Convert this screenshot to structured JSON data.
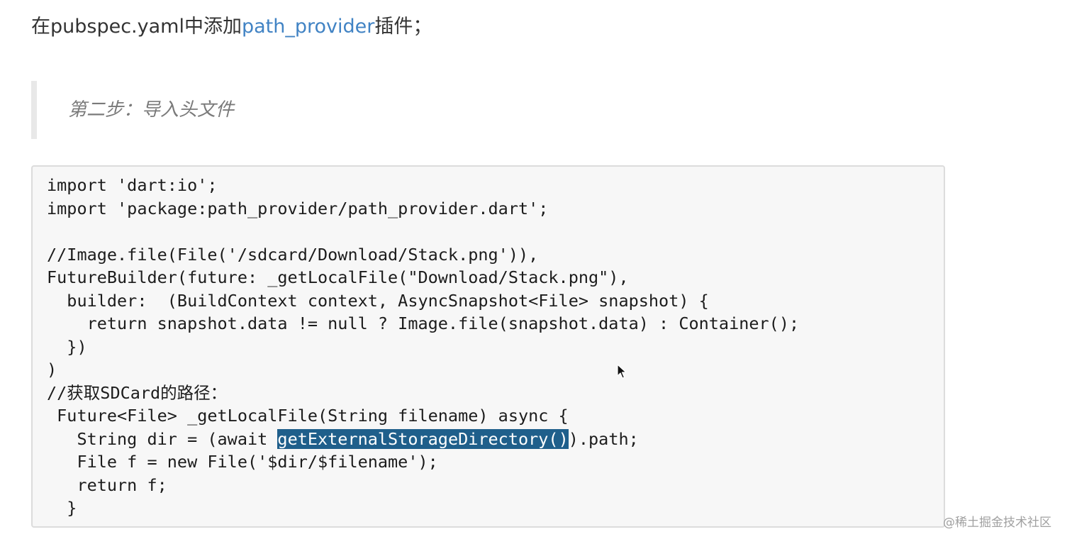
{
  "intro": {
    "prefix": "在pubspec.yaml中添加",
    "link_text": "path_provider",
    "suffix": "插件；"
  },
  "step": {
    "title": "第二步：导入头文件"
  },
  "code": {
    "lines": [
      "import 'dart:io';",
      "import 'package:path_provider/path_provider.dart';",
      "",
      "//Image.file(File('/sdcard/Download/Stack.png')),",
      "FutureBuilder(future: _getLocalFile(\"Download/Stack.png\"),",
      "  builder:  (BuildContext context, AsyncSnapshot<File> snapshot) {",
      "    return snapshot.data != null ? Image.file(snapshot.data) : Container();",
      "  })",
      ")",
      "//获取SDCard的路径：",
      " Future<File> _getLocalFile(String filename) async {",
      "   String dir = (await ",
      "   File f = new File('$dir/$filename');",
      "   return f;",
      "  }"
    ],
    "highlighted": "getExternalStorageDirectory()",
    "after_highlight": ").path;"
  },
  "watermark": {
    "text": "@稀土掘金技术社区"
  },
  "colors": {
    "link": "#4183c4",
    "highlight_bg": "#1f5f8b",
    "code_bg": "#f7f7f7",
    "quote_bar": "#e8e8e8"
  }
}
